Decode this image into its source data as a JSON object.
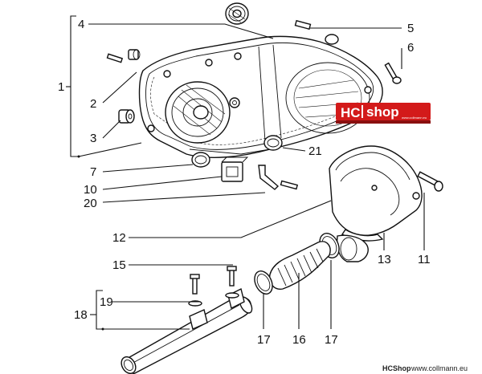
{
  "callouts": {
    "c1": "1",
    "c2": "2",
    "c3": "3",
    "c4": "4",
    "c5": "5",
    "c6": "6",
    "c7": "7",
    "c10": "10",
    "c11": "11",
    "c12": "12",
    "c13": "13",
    "c15": "15",
    "c16": "16",
    "c17a": "17",
    "c17b": "17",
    "c18": "18",
    "c19": "19",
    "c20": "20",
    "c21": "21"
  },
  "logo": {
    "hc": "HC",
    "shop": "shop",
    "sub": "www.collmann.eu"
  },
  "footer": {
    "brand": "HCShop",
    "url": "www.collmann.eu"
  },
  "colors": {
    "logo_red": "#d31a1a",
    "ink": "#111111"
  }
}
